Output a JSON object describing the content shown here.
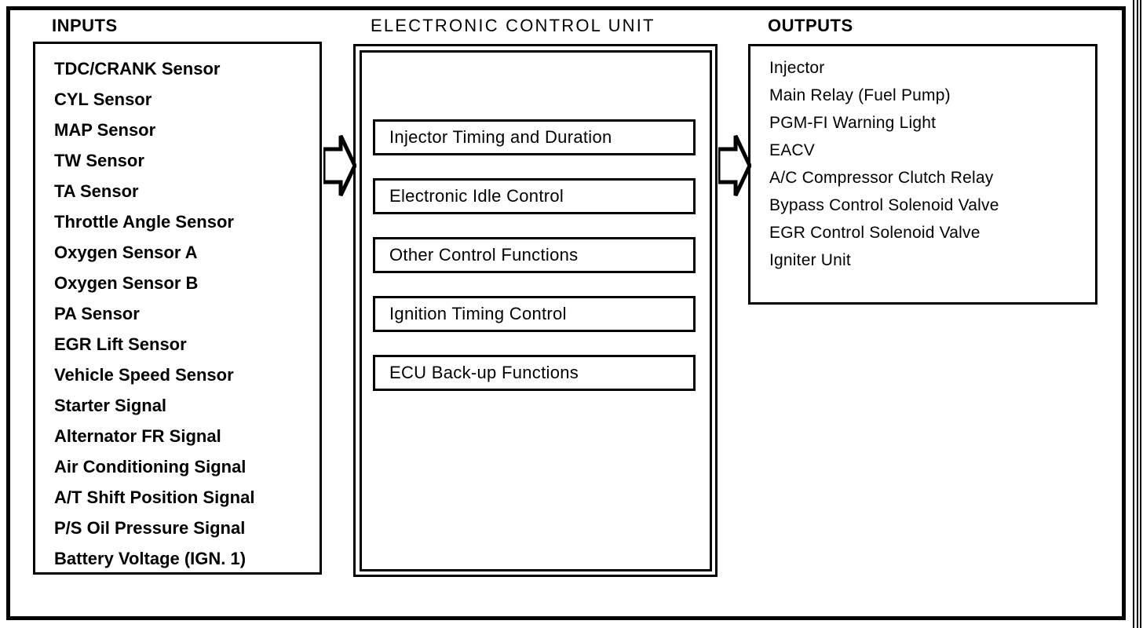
{
  "diagram": {
    "sections": {
      "inputs": {
        "heading": "INPUTS",
        "items": [
          "TDC/CRANK Sensor",
          "CYL Sensor",
          "MAP Sensor",
          "TW Sensor",
          "TA Sensor",
          "Throttle Angle Sensor",
          "Oxygen Sensor A",
          "Oxygen Sensor B",
          "PA Sensor",
          "EGR Lift Sensor",
          "Vehicle Speed Sensor",
          "Starter Signal",
          "Alternator FR Signal",
          "Air Conditioning Signal",
          "A/T Shift Position Signal",
          "P/S Oil Pressure Signal",
          "Battery Voltage (IGN. 1)"
        ]
      },
      "ecu": {
        "heading": "ELECTRONIC CONTROL UNIT",
        "functions": [
          "Injector Timing and Duration",
          "Electronic Idle Control",
          "Other Control Functions",
          "Ignition Timing Control",
          "ECU Back-up Functions"
        ]
      },
      "outputs": {
        "heading": "OUTPUTS",
        "items": [
          "Injector",
          "Main Relay (Fuel Pump)",
          "PGM-FI Warning Light",
          "EACV",
          "A/C Compressor Clutch Relay",
          "Bypass Control Solenoid Valve",
          "EGR Control Solenoid Valve",
          "Igniter Unit"
        ]
      }
    },
    "connectors": [
      {
        "name": "inputs-to-ecu",
        "direction": "right"
      },
      {
        "name": "ecu-to-outputs",
        "direction": "right"
      }
    ],
    "colors": {
      "ink": "#000000",
      "background": "#ffffff"
    }
  }
}
